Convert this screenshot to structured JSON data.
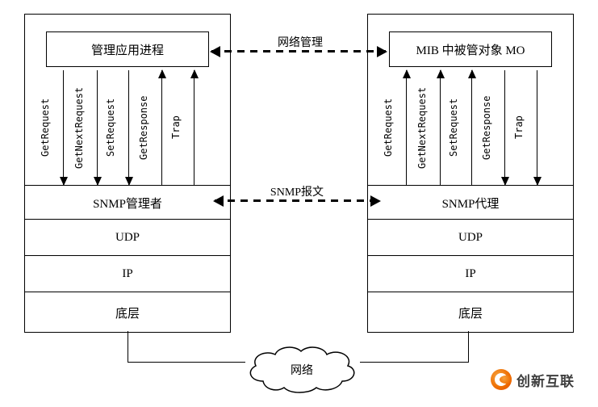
{
  "diagram": {
    "left": {
      "top_box": "管理应用进程",
      "arrows": [
        {
          "label": "GetRequest",
          "dir": "down"
        },
        {
          "label": "GetNextRequest",
          "dir": "down"
        },
        {
          "label": "SetRequest",
          "dir": "down"
        },
        {
          "label": "GetResponse",
          "dir": "up"
        },
        {
          "label": "Trap",
          "dir": "up"
        }
      ],
      "rows": [
        "SNMP管理者",
        "UDP",
        "IP",
        "底层"
      ]
    },
    "right": {
      "top_box": "MIB 中被管对象 MO",
      "arrows": [
        {
          "label": "GetRequest",
          "dir": "up"
        },
        {
          "label": "GetNextRequest",
          "dir": "up"
        },
        {
          "label": "SetRequest",
          "dir": "up"
        },
        {
          "label": "GetResponse",
          "dir": "down"
        },
        {
          "label": "Trap",
          "dir": "down"
        }
      ],
      "rows": [
        "SNMP代理",
        "UDP",
        "IP",
        "底层"
      ]
    },
    "links": {
      "top_label": "网络管理",
      "mid_label": "SNMP报文"
    },
    "cloud_label": "网络",
    "logo_text": "创新互联",
    "line_color": "#000000",
    "logo_color": "#ee6c00"
  }
}
